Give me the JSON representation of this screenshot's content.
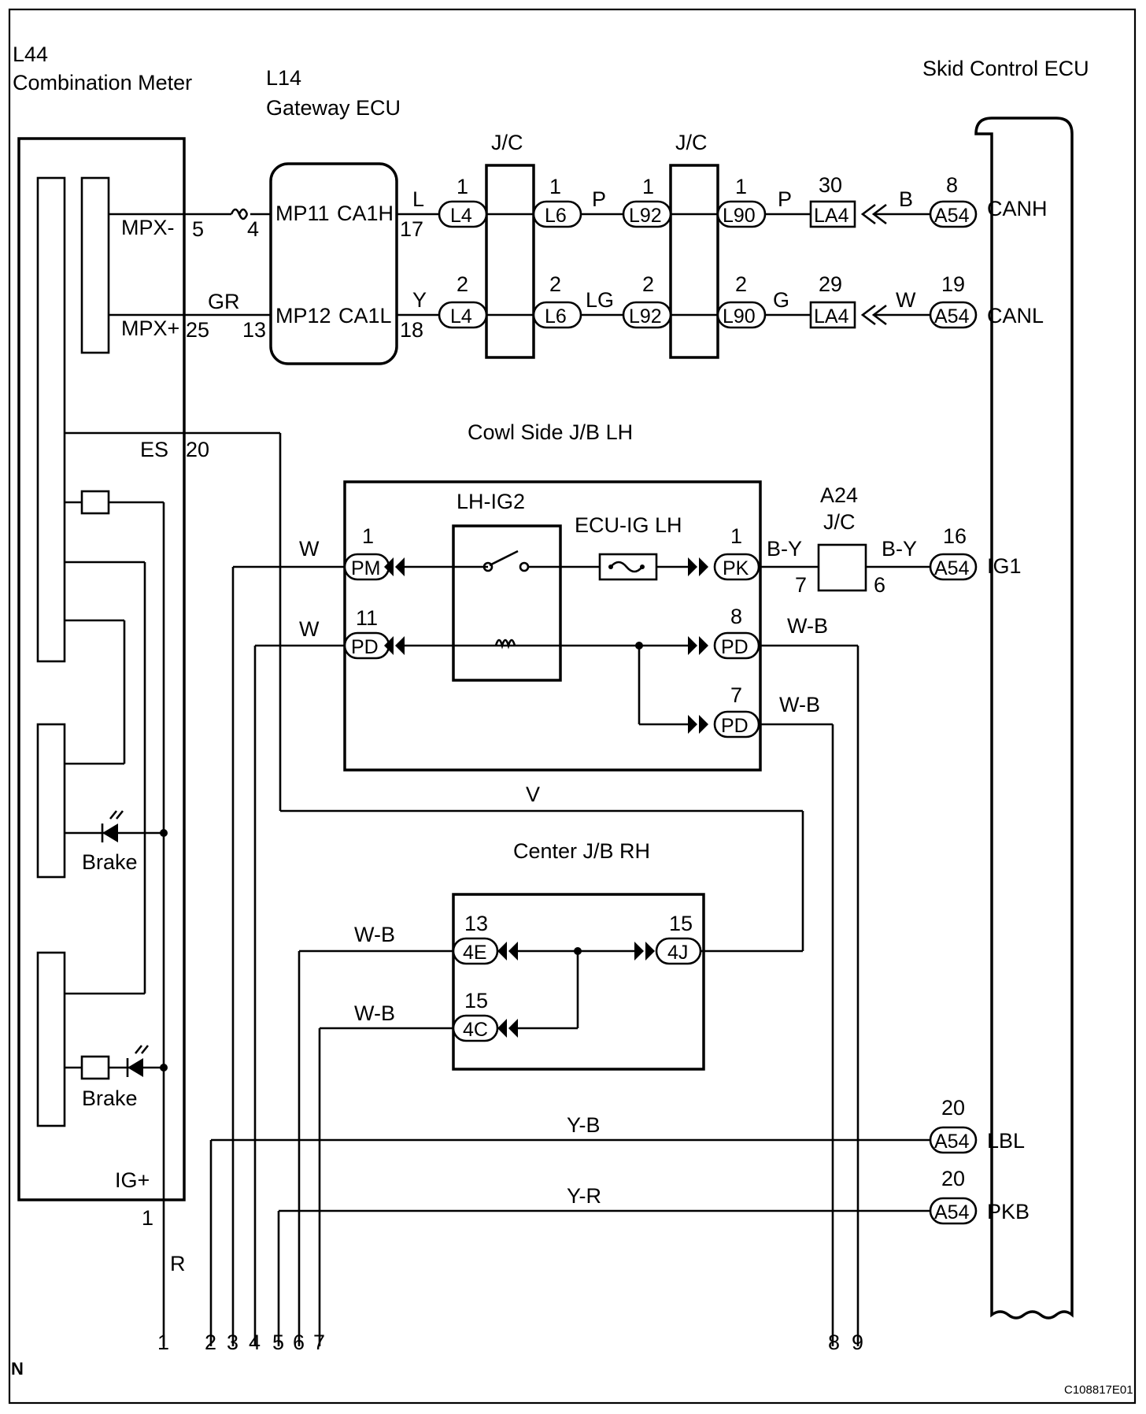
{
  "labels": {
    "combination_meter_code": "L44",
    "combination_meter_name": "Combination Meter",
    "gateway_code": "L14",
    "gateway_name": "Gateway ECU",
    "skid_name": "Skid Control ECU",
    "jc": "J/C",
    "cowl_jb": "Cowl Side J/B LH",
    "center_jb": "Center J/B RH",
    "relay": "LH-IG2",
    "fuse": "ECU-IG LH",
    "a24": "A24",
    "a24_jc": "J/C",
    "brake": "Brake",
    "corner": "N",
    "image_id": "C108817E01"
  },
  "terminals": {
    "mpx_minus": "MPX-",
    "mpx_plus": "MPX+",
    "es": "ES",
    "ig_plus": "IG+",
    "mp11": "MP11",
    "ca1h": "CA1H",
    "mp12": "MP12",
    "ca1l": "CA1L",
    "canh": "CANH",
    "canl": "CANL",
    "ig1": "IG1",
    "lbl": "LBL",
    "pkb": "PKB"
  },
  "pins": {
    "p5": "5",
    "p4": "4",
    "p25": "25",
    "p13": "13",
    "p17": "17",
    "p18": "18",
    "p20": "20",
    "p1_ig": "1",
    "l4_1": "1",
    "l6_1": "1",
    "l92_1": "1",
    "l90_1": "1",
    "la4_30": "30",
    "a54_8": "8",
    "l4_2": "2",
    "l6_2": "2",
    "l92_2": "2",
    "l90_2": "2",
    "la4_29": "29",
    "a54_19": "19",
    "pm_1": "1",
    "pk_1": "1",
    "a54_16": "16",
    "a24_7": "7",
    "a24_6": "6",
    "pd_11": "11",
    "pd_8": "8",
    "pd_7": "7",
    "e4_13": "13",
    "j4_15": "15",
    "c4_15": "15",
    "a54_20a": "20",
    "a54_20b": "20"
  },
  "connectors": {
    "l4": "L4",
    "l6": "L6",
    "l92": "L92",
    "l90": "L90",
    "la4": "LA4",
    "a54": "A54",
    "pm": "PM",
    "pk": "PK",
    "pd": "PD",
    "e4": "4E",
    "j4": "4J",
    "c4": "4C"
  },
  "wire_colors": {
    "l": "L",
    "p": "P",
    "p2": "P",
    "b": "B",
    "gr": "GR",
    "y": "Y",
    "lg": "LG",
    "g": "G",
    "w": "W",
    "w_pm": "W",
    "w_pd": "W",
    "by1": "B-Y",
    "by2": "B-Y",
    "wb_8": "W-B",
    "wb_7": "W-B",
    "v": "V",
    "wb_4e": "W-B",
    "wb_4c": "W-B",
    "yb": "Y-B",
    "yr": "Y-R",
    "r": "R"
  },
  "bottom_numbers": [
    "1",
    "2",
    "3",
    "4",
    "5",
    "6",
    "7",
    "8",
    "9"
  ]
}
